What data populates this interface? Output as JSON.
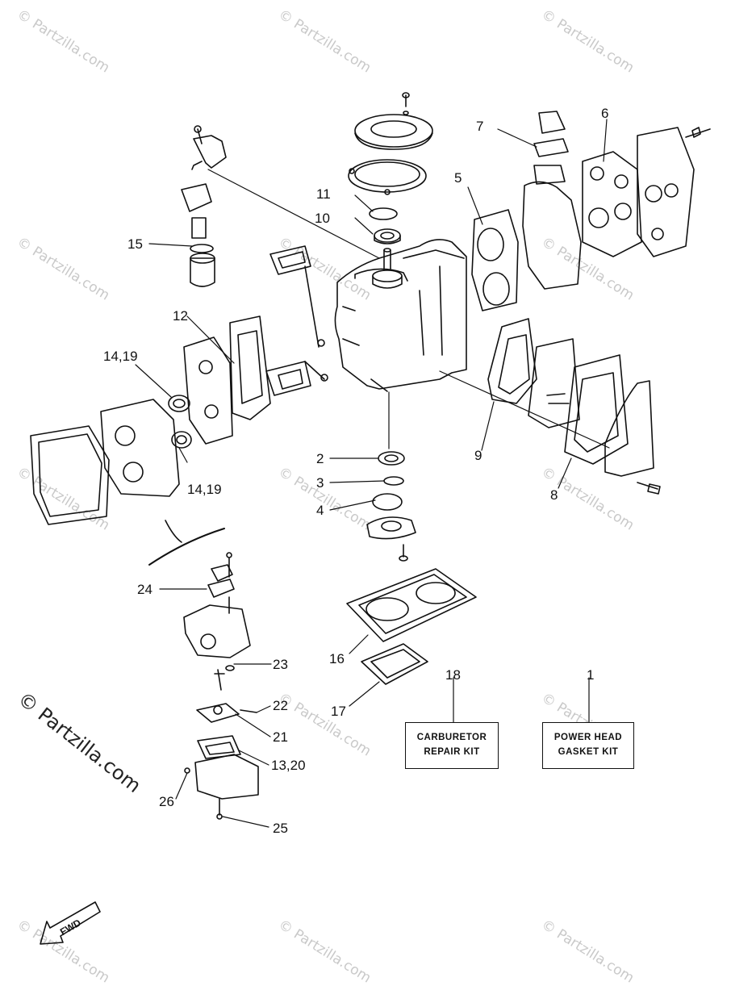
{
  "watermark": {
    "text": "© Partzilla.com",
    "main_text": "© Partzilla.com"
  },
  "direction": {
    "label": "FWD"
  },
  "kits": {
    "carburetor": {
      "line1": "CARBURETOR",
      "line2": "REPAIR KIT"
    },
    "powerhead": {
      "line1": "POWER HEAD",
      "line2": "GASKET KIT"
    }
  },
  "callouts": {
    "c1": "1",
    "c2": "2",
    "c3": "3",
    "c4": "4",
    "c5": "5",
    "c6": "6",
    "c7": "7",
    "c8": "8",
    "c9": "9",
    "c10": "10",
    "c11": "11",
    "c12": "12",
    "c13_20": "13,20",
    "c14_19a": "14,19",
    "c14_19b": "14,19",
    "c15": "15",
    "c16": "16",
    "c17": "17",
    "c18": "18",
    "c21": "21",
    "c22": "22",
    "c23": "23",
    "c24": "24",
    "c25": "25",
    "c26": "26"
  }
}
